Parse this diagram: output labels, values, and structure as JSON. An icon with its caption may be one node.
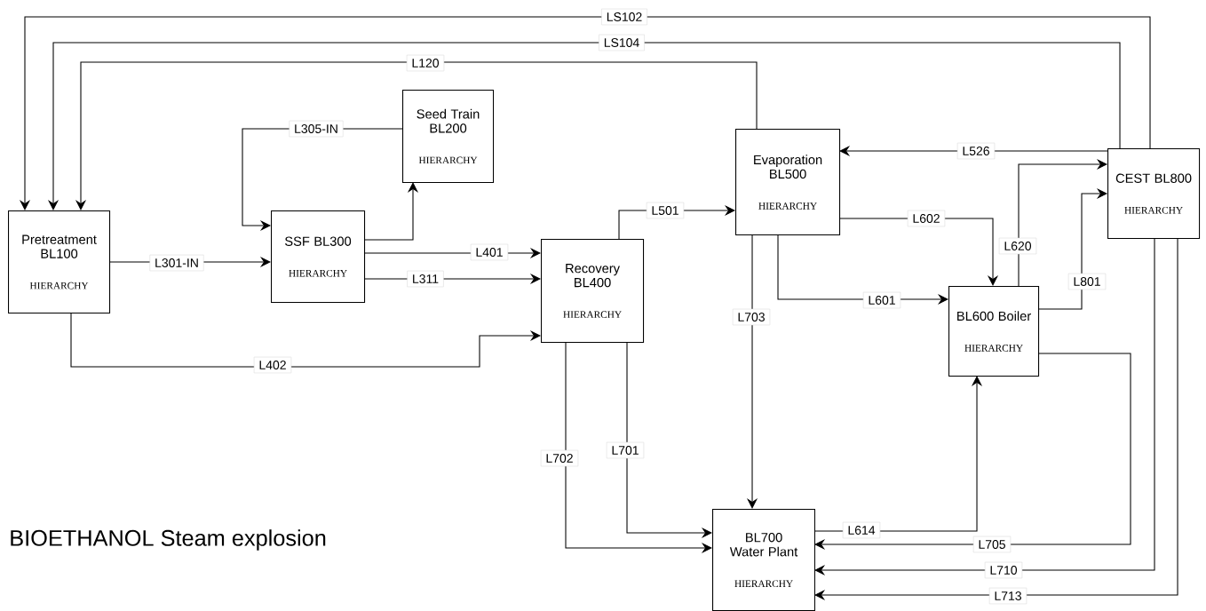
{
  "diagram": {
    "title": "BIOETHANOL Steam explosion",
    "nodes": [
      {
        "text": [
          "Pretreatment BL100",
          "HIERARCHY"
        ]
      },
      {
        "text": [
          "Seed Train BL200",
          "HIERARCHY"
        ]
      },
      {
        "text": [
          "SSF BL300",
          "HIERARCHY"
        ]
      },
      {
        "text": [
          "Recovery BL400",
          "HIERARCHY"
        ]
      },
      {
        "text": [
          "Evaporation BL500",
          "HIERARCHY"
        ]
      },
      {
        "text": [
          "BL600 Boiler",
          "HIERARCHY"
        ]
      },
      {
        "text": [
          "CEST BL800",
          "HIERARCHY"
        ]
      },
      {
        "text": [
          "BL700 Water Plant",
          "HIERARCHY"
        ]
      }
    ],
    "edges": [
      {
        "from": 6,
        "to": 0,
        "arrow": "to",
        "label": "LS102"
      },
      {
        "from": 6,
        "to": 0,
        "arrow": "to",
        "label": "LS104"
      },
      {
        "from": 4,
        "to": 0,
        "arrow": "to",
        "label": "L120"
      },
      {
        "from": 1,
        "to": 2,
        "arrow": "to",
        "label": "L305-IN"
      },
      {
        "from": 2,
        "to": 1,
        "arrow": "to"
      },
      {
        "from": 0,
        "to": 2,
        "arrow": "to",
        "label": "L301-IN"
      },
      {
        "from": 2,
        "to": 3,
        "arrow": "to",
        "label": "L401"
      },
      {
        "from": 2,
        "to": 3,
        "arrow": "to",
        "label": "L311"
      },
      {
        "from": 0,
        "to": 3,
        "arrow": "to",
        "label": "L402"
      },
      {
        "from": 3,
        "to": 4,
        "arrow": "to",
        "label": "L501"
      },
      {
        "from": 4,
        "to": 5,
        "arrow": "to",
        "label": "L602"
      },
      {
        "from": 5,
        "to": 6,
        "arrow": "to",
        "label": "L620"
      },
      {
        "from": 5,
        "to": 6,
        "arrow": "to",
        "label": "L801"
      },
      {
        "from": 6,
        "to": 4,
        "arrow": "to",
        "label": "L526"
      },
      {
        "from": 4,
        "to": 5,
        "arrow": "to",
        "label": "L601"
      },
      {
        "from": 4,
        "to": 7,
        "arrow": "to",
        "label": "L703"
      },
      {
        "from": 3,
        "to": 7,
        "arrow": "to",
        "label": "L702"
      },
      {
        "from": 3,
        "to": 7,
        "arrow": "to",
        "label": "L701"
      },
      {
        "from": 7,
        "to": 5,
        "arrow": "to",
        "label": "L614"
      },
      {
        "from": 5,
        "to": 7,
        "arrow": "to",
        "label": "L705"
      },
      {
        "from": 6,
        "to": 7,
        "arrow": "to",
        "label": "L710"
      },
      {
        "from": 6,
        "to": 7,
        "arrow": "to",
        "label": "L713"
      }
    ]
  }
}
